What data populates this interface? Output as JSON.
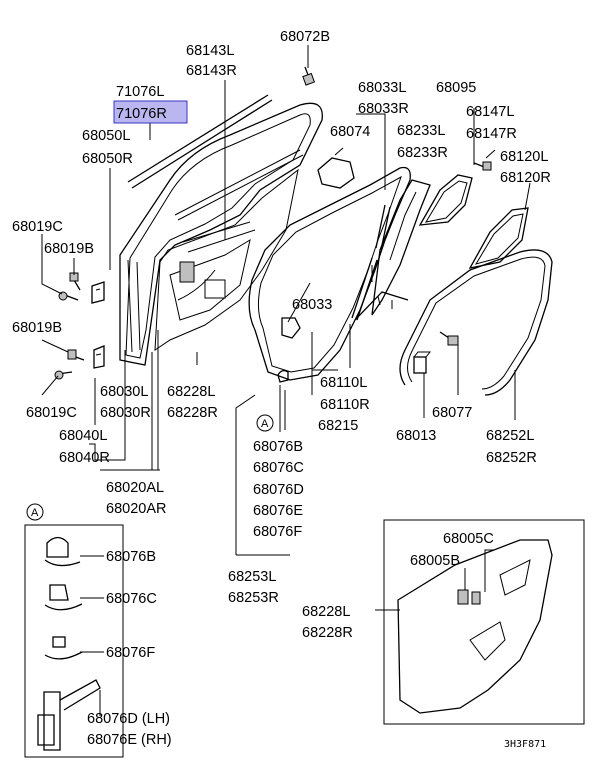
{
  "labels": {
    "l68143L": "68143L",
    "l68143R": "68143R",
    "l68072B": "68072B",
    "l71076L": "71076L",
    "l71076R": "71076R",
    "l68050L": "68050L",
    "l68050R": "68050R",
    "l68019C_a": "68019C",
    "l68019B": "68019B",
    "l68019B_b": "68019B",
    "l68019C_b": "68019C",
    "l68030L": "68030L",
    "l68030R": "68030R",
    "l68040L": "68040L",
    "l68040R": "68040R",
    "l68020AL": "68020AL",
    "l68020AR": "68020AR",
    "l68228L_a": "68228L",
    "l68228R_a": "68228R",
    "l68033L": "68033L",
    "l68033R": "68033R",
    "l68074": "68074",
    "l68095": "68095",
    "l68233L": "68233L",
    "l68233R": "68233R",
    "l68147L": "68147L",
    "l68147R": "68147R",
    "l68120L": "68120L",
    "l68120R": "68120R",
    "l68033": "68033",
    "l68110L": "68110L",
    "l68110R": "68110R",
    "l68215": "68215",
    "l68077": "68077",
    "l68013": "68013",
    "l68252L": "68252L",
    "l68252R": "68252R",
    "l68076B_a": "68076B",
    "l68076C_a": "68076C",
    "l68076D_a": "68076D",
    "l68076E_a": "68076E",
    "l68076F_a": "68076F",
    "l68253L": "68253L",
    "l68253R": "68253R",
    "circleA_main": "A",
    "circleA_inset": "A",
    "inset_68076B": "68076B",
    "inset_68076C": "68076C",
    "inset_68076F": "68076F",
    "inset_68076D": "68076D (LH)",
    "inset_68076E": "68076E (RH)",
    "l68005C": "68005C",
    "l68005B": "68005B",
    "l68228L_b": "68228L",
    "l68228R_b": "68228R",
    "footer_code": "3H3F871"
  },
  "colors": {
    "highlight_fill": "#b9b6f0",
    "highlight_stroke": "#3a34c8",
    "line": "#000000"
  }
}
